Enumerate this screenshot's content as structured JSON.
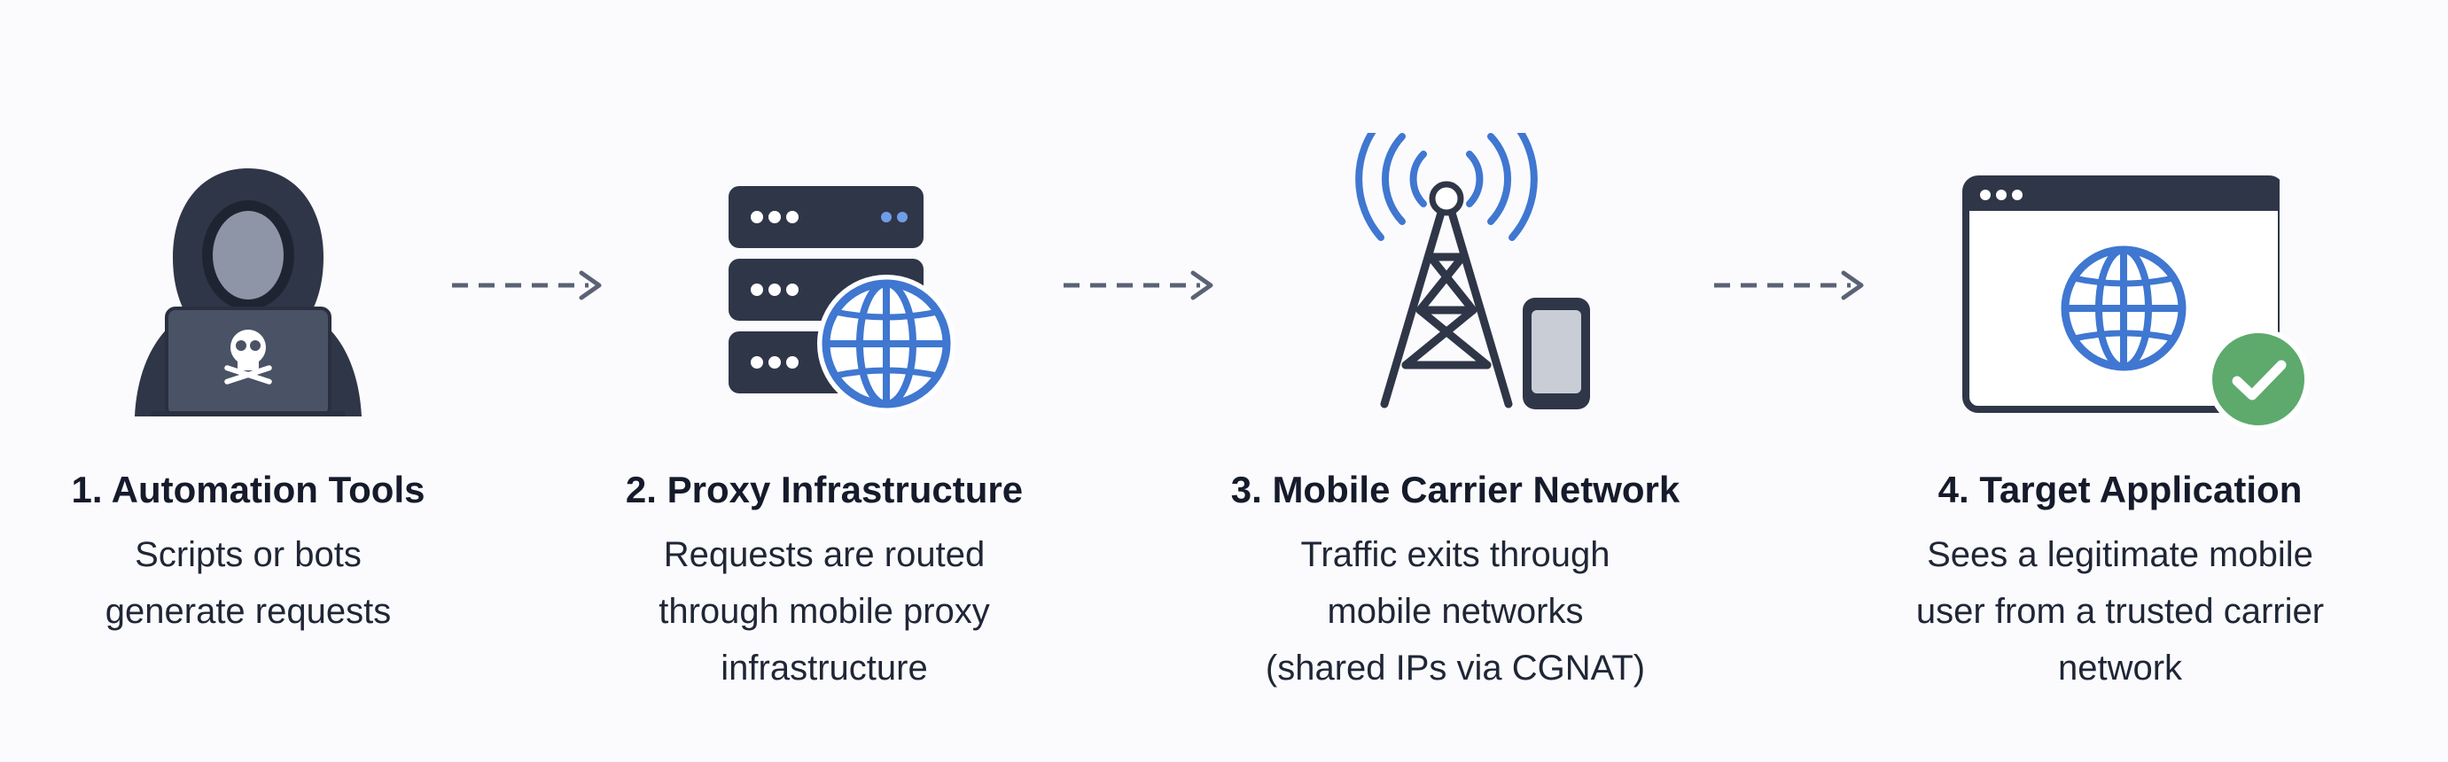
{
  "steps": [
    {
      "title": "1. Automation Tools",
      "desc": [
        "Scripts or bots",
        "generate requests"
      ],
      "icon": "hacker-icon"
    },
    {
      "title": "2. Proxy Infrastructure",
      "desc": [
        "Requests are routed",
        "through mobile proxy",
        "infrastructure"
      ],
      "icon": "proxy-server-globe-icon"
    },
    {
      "title": "3. Mobile Carrier Network",
      "desc": [
        "Traffic exits through",
        "mobile networks",
        "(shared IPs via CGNAT)"
      ],
      "icon": "cell-tower-phone-icon"
    },
    {
      "title": "4. Target Application",
      "desc": [
        "Sees a legitimate mobile",
        "user from a trusted carrier",
        "network"
      ],
      "icon": "browser-globe-check-icon"
    }
  ],
  "colors": {
    "dark": "#2f3648",
    "blue": "#3f77d1",
    "green": "#5daa6c",
    "arrow": "#5b6275",
    "background": "#fbfbfd"
  }
}
